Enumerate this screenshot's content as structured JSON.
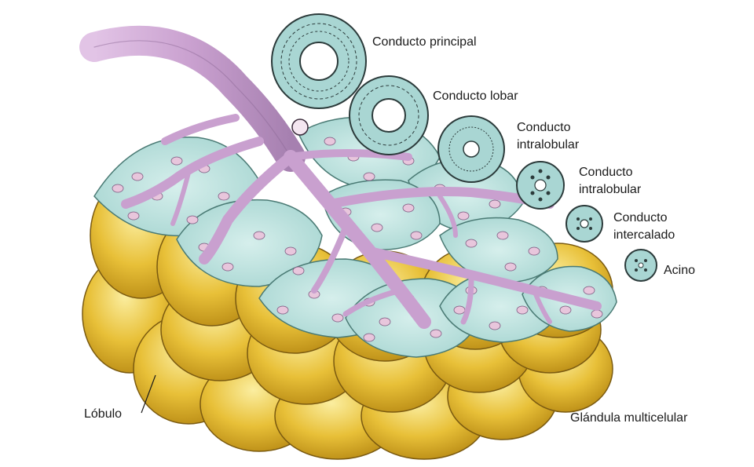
{
  "diagram": {
    "labels": {
      "conducto_principal": "Conducto principal",
      "conducto_lobar": "Conducto lobar",
      "conducto_intralobular_1_line1": "Conducto",
      "conducto_intralobular_1_line2": "intralobular",
      "conducto_intralobular_2_line1": "Conducto",
      "conducto_intralobular_2_line2": "intralobular",
      "conducto_intercalado_line1": "Conducto",
      "conducto_intercalado_line2": "intercalado",
      "acino": "Acino",
      "lobulo": "Lóbulo",
      "glandula": "Glándula multicelular"
    },
    "colors": {
      "lobule_yellow": "#e8c038",
      "lobule_light": "#f6e27a",
      "lobule_dark": "#b88a14",
      "cut_face": "#bfe3e0",
      "duct_pink": "#c9a0cf",
      "duct_dark": "#8d6a98",
      "acinus_pink": "#e8c6dc",
      "section_ring": "#a9d6d3"
    }
  }
}
